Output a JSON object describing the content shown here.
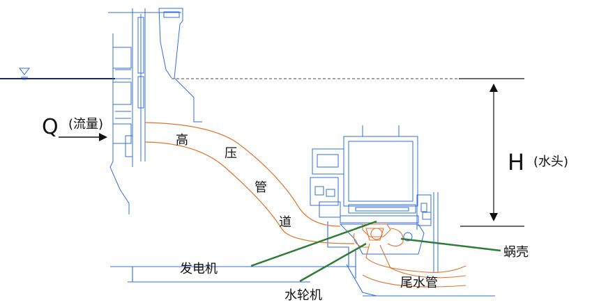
{
  "labels": {
    "flow_symbol": "Q",
    "flow_text": "(流量)",
    "head_symbol": "H",
    "head_text": "(水头)",
    "penstock_chars": [
      "高",
      "压",
      "管",
      "道"
    ],
    "volute": "蜗壳",
    "generator": "发电机",
    "turbine": "水轮机",
    "draft_tube": "尾水管"
  },
  "colors": {
    "structure": "#2f6fe0",
    "penstock": "#e0732e",
    "water_line": "#1f2a66",
    "leader": "#2e7d32",
    "text": "#111111"
  },
  "icons": {
    "water_level": "water-level-triangle-icon",
    "flow_arrow": "flow-arrow-icon",
    "head_arrow": "double-headed-arrow-icon"
  }
}
